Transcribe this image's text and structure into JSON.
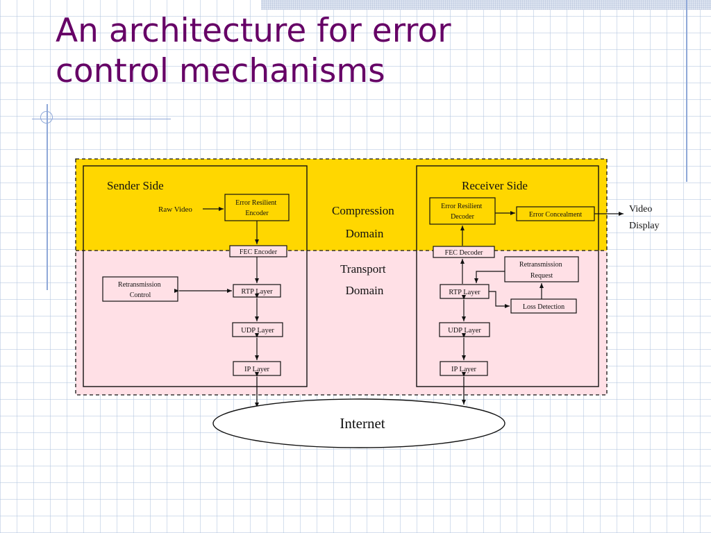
{
  "slide": {
    "title_line1": "An architecture for error",
    "title_line2": "control mechanisms"
  },
  "colors": {
    "title": "#660066",
    "compression_domain": "#ffd700",
    "transport_domain": "#ffe0e6"
  },
  "diagram": {
    "sender_side": "Sender Side",
    "receiver_side": "Receiver Side",
    "compression_domain": [
      "Compression",
      "Domain"
    ],
    "transport_domain": [
      "Transport",
      "Domain"
    ],
    "raw_video": "Raw Video",
    "error_resilient_encoder": [
      "Error Resilient",
      "Encoder"
    ],
    "fec_encoder": "FEC Encoder",
    "sender_rtp": "RTP Layer",
    "sender_udp": "UDP Layer",
    "sender_ip": "IP Layer",
    "retransmission_control": [
      "Retransmission",
      "Control"
    ],
    "error_resilient_decoder": [
      "Error Resilient",
      "Decoder"
    ],
    "error_concealment": "Error Concealment",
    "video_display": [
      "Video",
      "Display"
    ],
    "fec_decoder": "FEC Decoder",
    "receiver_rtp": "RTP Layer",
    "receiver_udp": "UDP Layer",
    "receiver_ip": "IP Layer",
    "retransmission_request": [
      "Retransmission",
      "Request"
    ],
    "loss_detection": "Loss Detection",
    "internet": "Internet"
  }
}
